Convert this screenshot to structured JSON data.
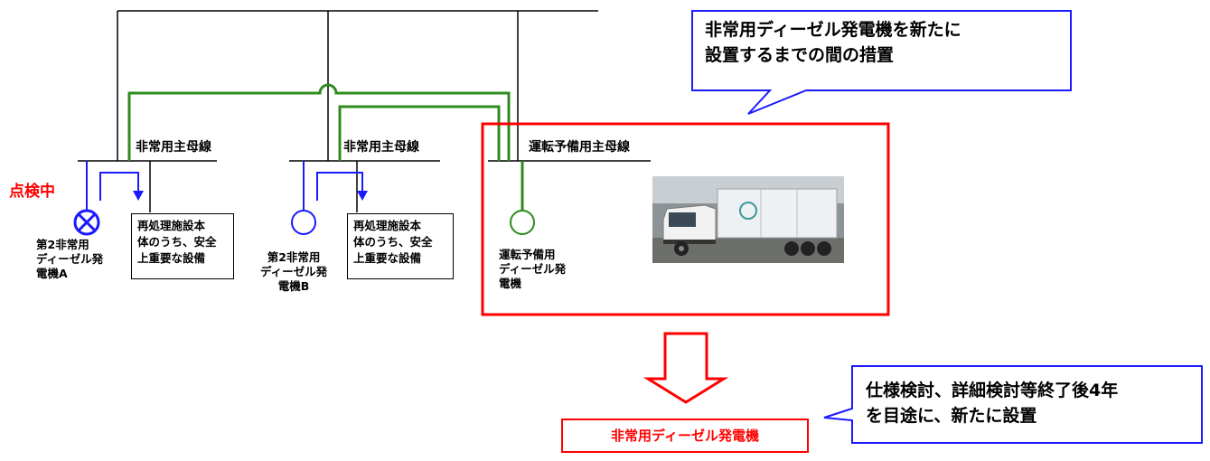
{
  "bus_labels": {
    "bus1": "非常用主母線",
    "bus2": "非常用主母線",
    "bus3": "運転予備用主母線"
  },
  "status_label": "点検中",
  "generators": {
    "gen_a": "第2非常用\nディーゼル発\n電機A",
    "gen_b": "第2非常用\nディーゼル発\n電機B",
    "gen_c": "運転予備用\nディーゼル発\n電機"
  },
  "load_boxes": {
    "load1": "再処理施設本\n体のうち、安全\n上重要な設備",
    "load2": "再処理施設本\n体のうち、安全\n上重要な設備"
  },
  "callouts": {
    "top": "非常用ディーゼル発電機を新たに\n設置するまでの間の措置",
    "bottom": "仕様検討、詳細検討等終了後4年\nを目途に、新たに設置"
  },
  "future_label": "非常用ディーゼル発電機",
  "colors": {
    "black_wire": "#000000",
    "green_wire": "#2e8b1e",
    "blue_wire": "#1a1aff",
    "red_box": "#ff0000",
    "callout_border": "#1a1aff"
  },
  "icons": {
    "gen_a": "generator-crossed-icon",
    "gen_b": "generator-icon",
    "gen_c": "generator-icon",
    "arrow": "down-arrow-icon",
    "truck": "truck-image"
  }
}
